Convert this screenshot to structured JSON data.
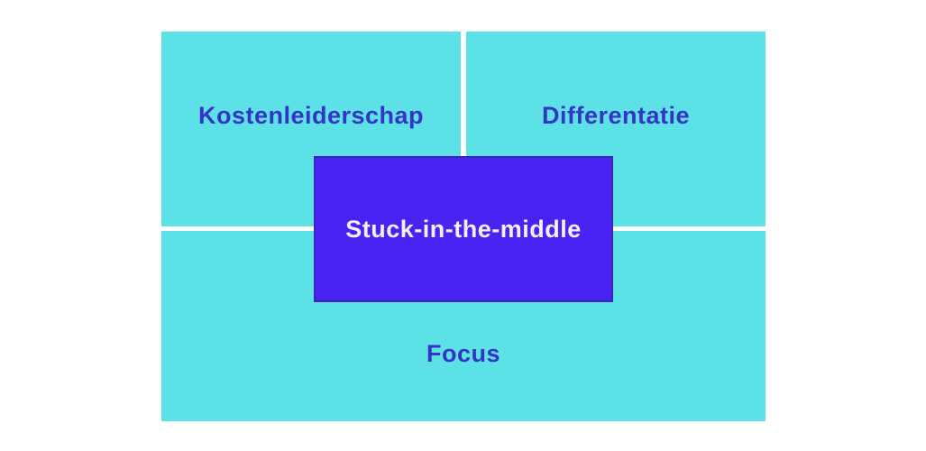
{
  "diagram": {
    "cells": {
      "kostenleiderschap": {
        "label": "Kostenleiderschap"
      },
      "differentatie": {
        "label": "Differentatie"
      },
      "focus": {
        "label": "Focus"
      },
      "stuck_in_the_middle": {
        "label": "Stuck-in-the-middle"
      }
    },
    "colors": {
      "background": "#ffffff",
      "cell_background": "#5ce1e6",
      "cell_label_text": "#3434c8",
      "center_background": "#4b22f4",
      "center_border": "#3828b8",
      "center_text": "#f3f0fb"
    }
  }
}
